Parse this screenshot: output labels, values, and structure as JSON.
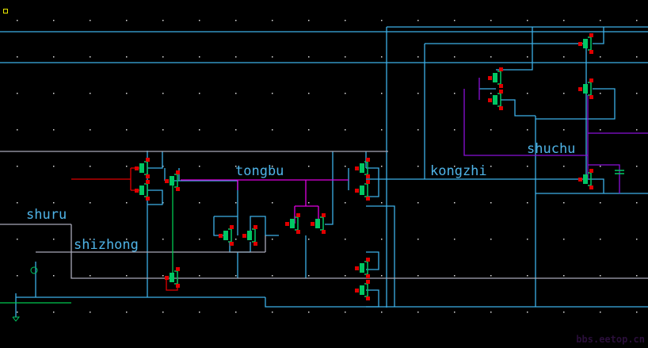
{
  "labels": {
    "shuru": "shuru",
    "shizhong": "shizhong",
    "tongbu": "tongbu",
    "kongzhi": "kongzhi",
    "shuchu": "shuchu"
  },
  "watermark": "bbs.eetop.cn",
  "colors": {
    "background": "#000000",
    "wire": "#3cb0e8",
    "wire_gray": "#a8a8b8",
    "transistor": "#00c864",
    "pin": "#e00000",
    "net_magenta": "#e000e0",
    "net_red": "#e00000",
    "net_purple": "#8a10d8",
    "net_green": "#00c850",
    "net_cyan": "#20d8f0"
  }
}
